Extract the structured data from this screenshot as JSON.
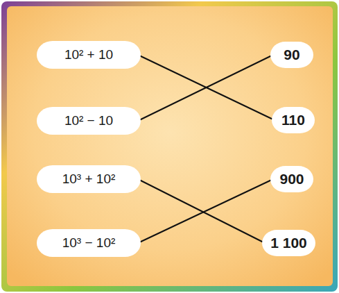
{
  "diagram": {
    "nodes": [
      {
        "text": [
          "10² + 10"
        ]
      },
      {
        "text": [
          "90"
        ]
      },
      {
        "text": [
          "10² − 10"
        ]
      },
      {
        "text": [
          "110"
        ]
      },
      {
        "text": [
          "10³ + 10²"
        ]
      },
      {
        "text": [
          "900"
        ]
      },
      {
        "text": [
          "10³ − 10²"
        ]
      },
      {
        "text": [
          "1 100"
        ]
      }
    ],
    "edges": [
      {
        "from": 0,
        "to": 3,
        "arrow": "none"
      },
      {
        "from": 2,
        "to": 1,
        "arrow": "none"
      },
      {
        "from": 4,
        "to": 7,
        "arrow": "none"
      },
      {
        "from": 6,
        "to": 5,
        "arrow": "none"
      }
    ]
  }
}
